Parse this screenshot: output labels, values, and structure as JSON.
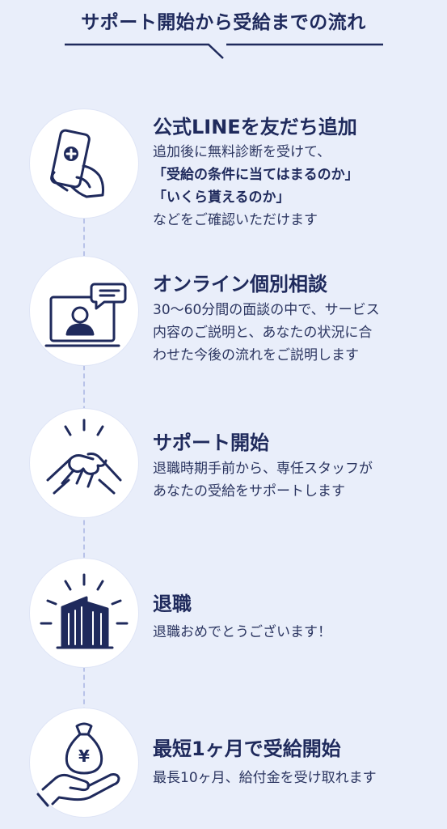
{
  "header": {
    "title": "サポート開始から受給までの流れ"
  },
  "steps": [
    {
      "title": "公式LINEを友だち追加",
      "lines": [
        "追加後に無料診断を受けて、",
        "「受給の条件に当てはまるのか」",
        "「いくら貰えるのか」",
        "などをご確認いただけます"
      ],
      "icon": "smartphone-hand-icon"
    },
    {
      "title": "オンライン個別相談",
      "lines": [
        "30〜60分間の面談の中で、サービス",
        "内容のご説明と、あなたの状況に合",
        "わせた今後の流れをご説明します"
      ],
      "icon": "online-consultation-icon"
    },
    {
      "title": "サポート開始",
      "lines": [
        "退職時期手前から、専任スタッフが",
        "あなたの受給をサポートします"
      ],
      "icon": "handshake-icon"
    },
    {
      "title": "退職",
      "lines": [
        "退職おめでとうございます！"
      ],
      "icon": "building-icon"
    },
    {
      "title": "最短1ヶ月で受給開始",
      "lines": [
        "最長10ヶ月、給付金を受け取れます"
      ],
      "icon": "money-bag-hand-icon"
    }
  ],
  "colors": {
    "background": "#e9eefa",
    "navy": "#1f2a5c",
    "timeline": "#b8c2e8"
  }
}
